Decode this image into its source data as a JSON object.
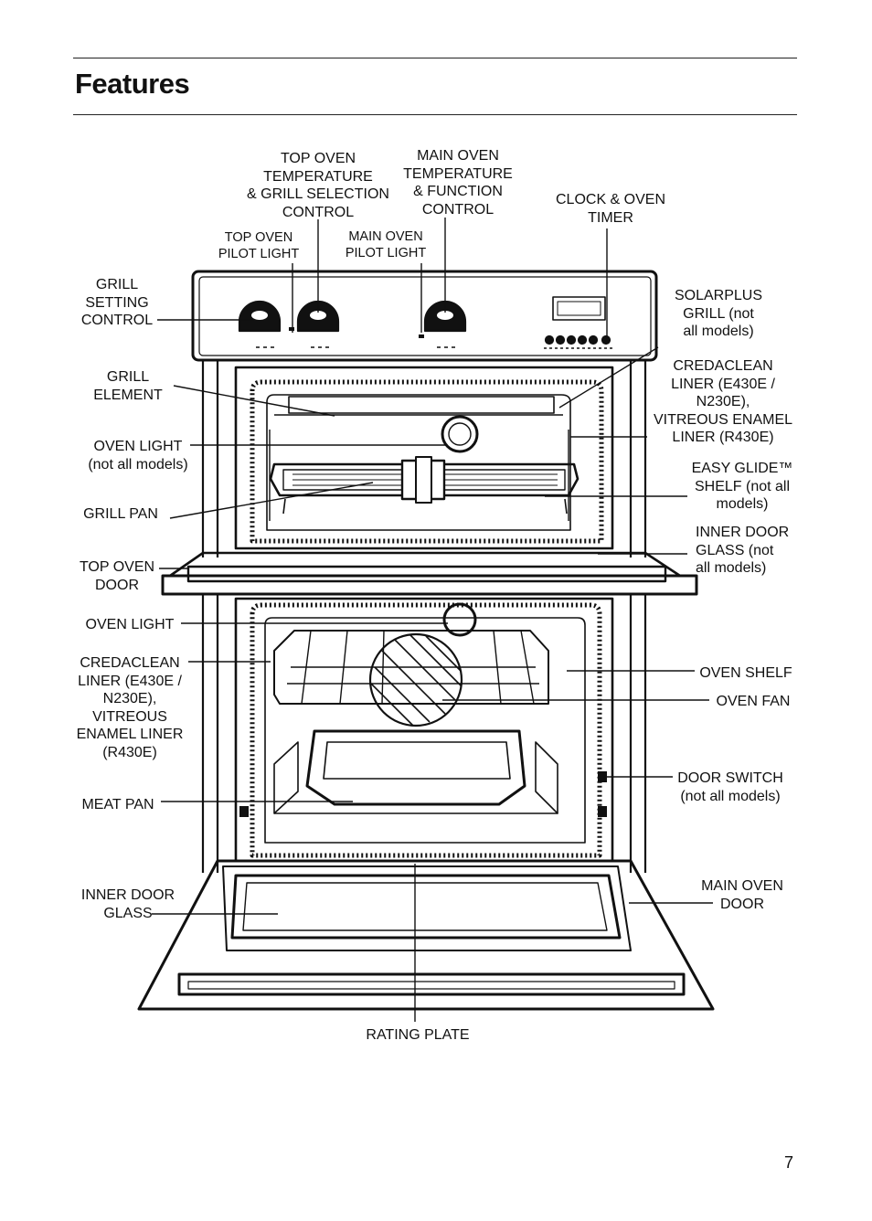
{
  "page": {
    "title": "Features",
    "page_number": "7"
  },
  "labels": {
    "top_oven_temp": "TOP OVEN\nTEMPERATURE\n& GRILL SELECTION\nCONTROL",
    "main_oven_temp": "MAIN OVEN\nTEMPERATURE\n& FUNCTION\nCONTROL",
    "clock_timer": "CLOCK & OVEN\nTIMER",
    "top_oven_pilot": "TOP OVEN\nPILOT LIGHT",
    "main_oven_pilot": "MAIN OVEN\nPILOT LIGHT",
    "grill_setting": "GRILL\nSETTING\nCONTROL",
    "solarplus": "SOLARPLUS\nGRILL  (not\nall models)",
    "grill_element": "GRILL\nELEMENT",
    "credaclean_top": "CREDACLEAN\nLINER (E430E /\nN230E),\nVITREOUS ENAMEL\nLINER (R430E)",
    "oven_light_top": "OVEN LIGHT\n(not all models)",
    "easy_glide": "EASY GLIDE™\nSHELF (not all\nmodels)",
    "grill_pan": "GRILL PAN",
    "inner_door_glass_top": "INNER DOOR\nGLASS  (not\nall models)",
    "top_oven_door": "TOP OVEN\nDOOR",
    "oven_light_main": "OVEN LIGHT",
    "credaclean_main": "CREDACLEAN\nLINER (E430E /\nN230E),\nVITREOUS\nENAMEL LINER\n(R430E)",
    "oven_shelf": "OVEN SHELF",
    "oven_fan": "OVEN FAN",
    "door_switch": "DOOR SWITCH\n(not all models)",
    "meat_pan": "MEAT PAN",
    "inner_door_glass_main": "INNER DOOR\nGLASS",
    "main_oven_door": "MAIN OVEN\nDOOR",
    "rating_plate": "RATING PLATE"
  }
}
